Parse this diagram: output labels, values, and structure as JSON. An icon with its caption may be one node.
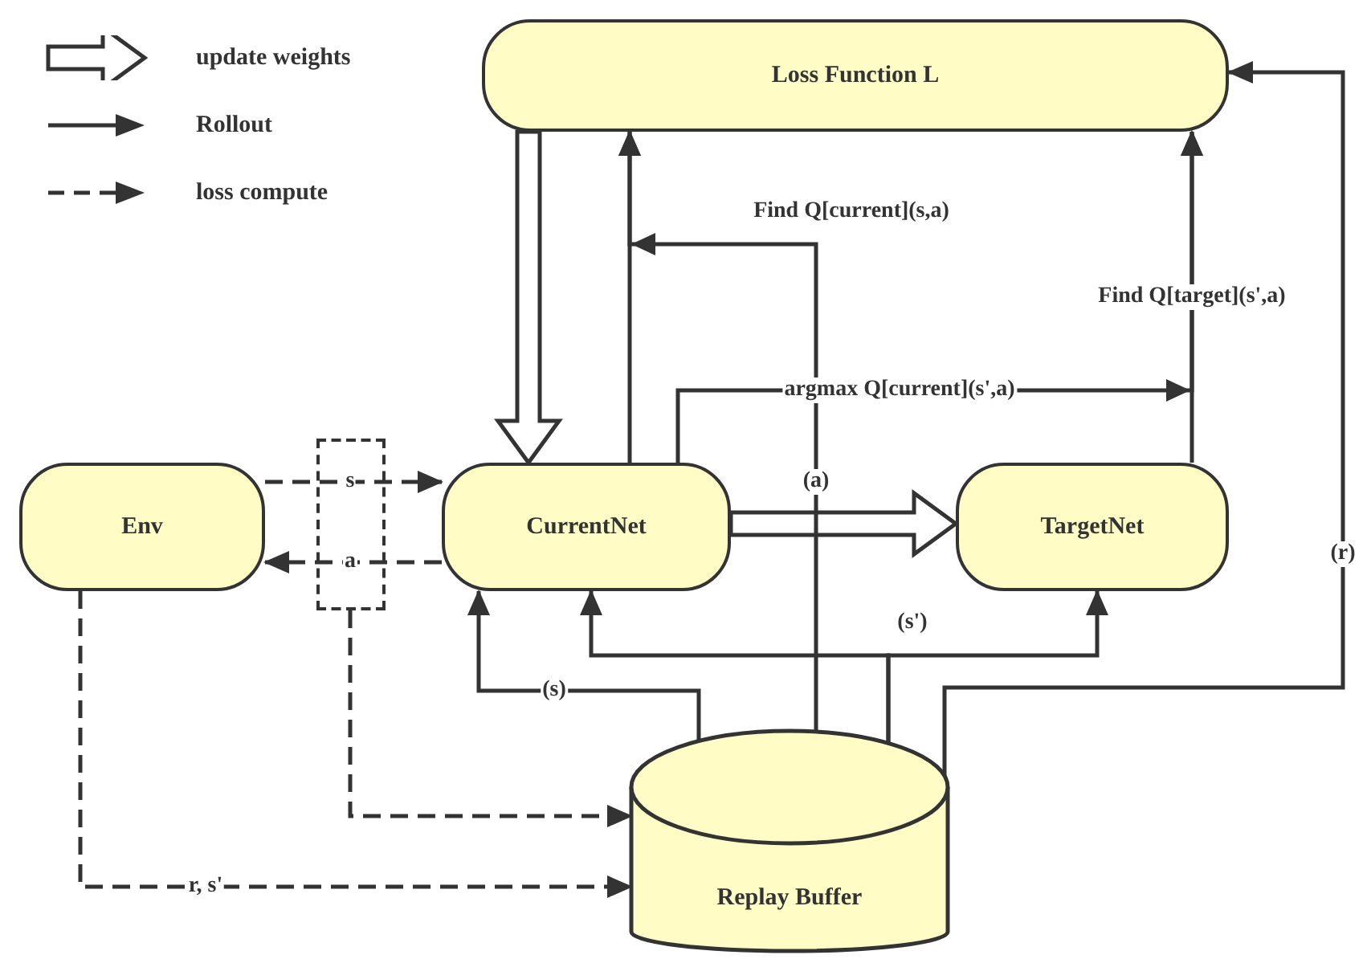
{
  "diagram": {
    "nodes": [
      {
        "text": [
          "Loss Function L"
        ]
      },
      {
        "text": [
          "Env"
        ]
      },
      {
        "text": [
          "CurrentNet"
        ]
      },
      {
        "text": [
          "TargetNet"
        ]
      },
      {
        "text": [
          "Replay Buffer"
        ]
      }
    ],
    "edges": [
      {
        "from": 0,
        "to": 2,
        "arrow": "to",
        "style": "thick"
      },
      {
        "from": 2,
        "to": 3,
        "arrow": "to",
        "style": "thick"
      },
      {
        "from": 1,
        "to": 2,
        "arrow": "to",
        "style": "dashed",
        "label": "s"
      },
      {
        "from": 2,
        "to": 1,
        "arrow": "to",
        "style": "dashed",
        "label": "a"
      },
      {
        "from": null,
        "to": 4,
        "arrow": "to",
        "style": "dashed"
      },
      {
        "from": 1,
        "to": 4,
        "arrow": "to",
        "style": "dashed",
        "label": "r, s'"
      },
      {
        "from": 2,
        "to": 0,
        "arrow": "to"
      },
      {
        "from": 4,
        "to": 0,
        "arrow": "to",
        "label": "Find Q[current](s,a)"
      },
      {
        "from": 2,
        "to": 0,
        "arrow": "to",
        "label": "argmax Q[current](s',a)"
      },
      {
        "from": 3,
        "to": 0,
        "arrow": "to",
        "label": "Find Q[target](s',a)"
      },
      {
        "from": 4,
        "to": 2,
        "arrow": "to",
        "label": "(s)"
      },
      {
        "from": 4,
        "to": 2,
        "arrow": "to"
      },
      {
        "from": 4,
        "to": 3,
        "arrow": "to",
        "label": "(s')"
      },
      {
        "from": 4,
        "to": 0,
        "arrow": "to",
        "label": "(r)"
      }
    ],
    "labels": [
      "(a)"
    ],
    "legend": [
      {
        "text": "update weights"
      },
      {
        "text": "Rollout"
      },
      {
        "text": "loss compute"
      }
    ]
  }
}
